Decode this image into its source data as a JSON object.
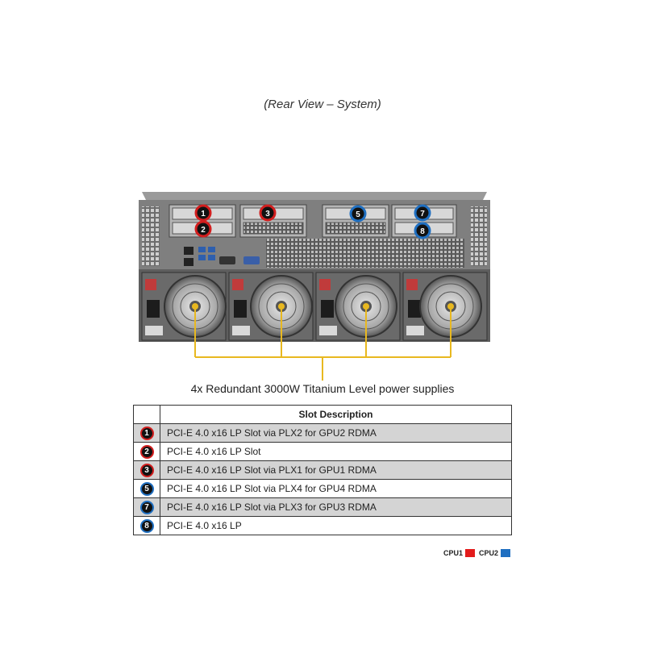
{
  "view_title": "(Rear View – System)",
  "psu_caption": "4x Redundant 3000W Titanium Level power supplies",
  "callouts": [
    {
      "num": "1",
      "cpu": "CPU1"
    },
    {
      "num": "2",
      "cpu": "CPU1"
    },
    {
      "num": "3",
      "cpu": "CPU1"
    },
    {
      "num": "5",
      "cpu": "CPU2"
    },
    {
      "num": "7",
      "cpu": "CPU2"
    },
    {
      "num": "8",
      "cpu": "CPU2"
    }
  ],
  "table": {
    "header": "Slot Description",
    "rows": [
      {
        "num": "1",
        "cpu": "CPU1",
        "description": "PCI-E 4.0 x16 LP Slot via PLX2 for GPU2 RDMA"
      },
      {
        "num": "2",
        "cpu": "CPU1",
        "description": "PCI-E 4.0 x16 LP Slot"
      },
      {
        "num": "3",
        "cpu": "CPU1",
        "description": "PCI-E 4.0 x16 LP Slot via PLX1 for GPU1 RDMA"
      },
      {
        "num": "5",
        "cpu": "CPU2",
        "description": "PCI-E 4.0 x16 LP Slot via PLX4 for GPU4 RDMA"
      },
      {
        "num": "7",
        "cpu": "CPU2",
        "description": "PCI-E 4.0 x16 LP Slot via PLX3 for GPU3 RDMA"
      },
      {
        "num": "8",
        "cpu": "CPU2",
        "description": "PCI-E 4.0 x16 LP"
      }
    ]
  },
  "legend": {
    "cpu1_label": "CPU1",
    "cpu2_label": "CPU2",
    "cpu1_color": "#e31b1b",
    "cpu2_color": "#1f6fc1"
  }
}
